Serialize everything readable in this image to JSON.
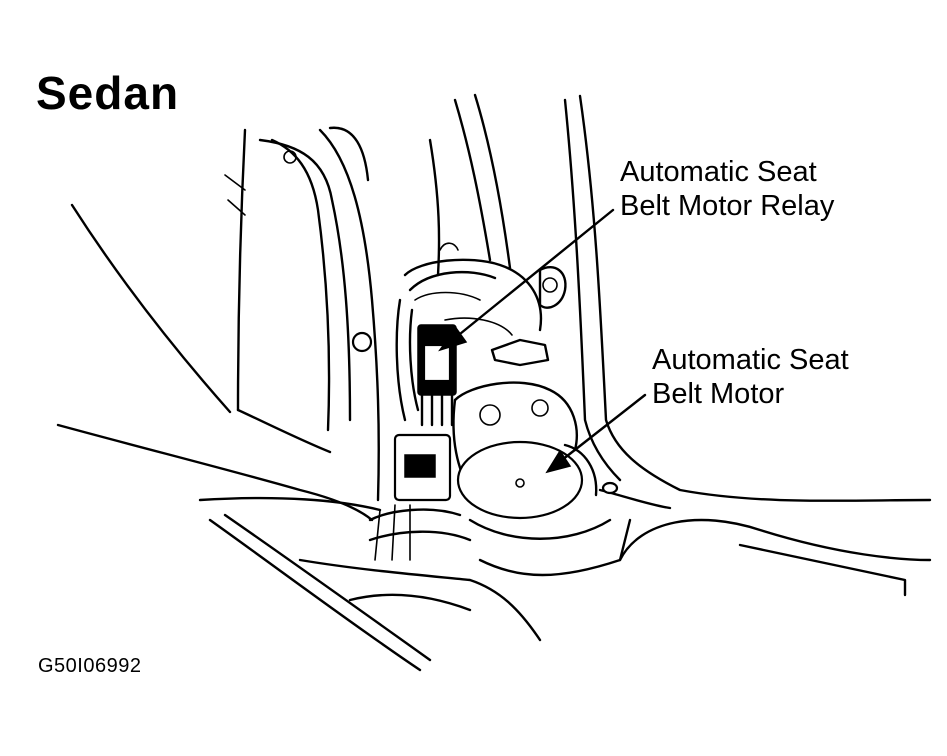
{
  "figure": {
    "title": "Sedan",
    "labels": {
      "relay": "Automatic Seat\nBelt Motor Relay",
      "motor": "Automatic Seat\nBelt Motor"
    },
    "figure_id": "G50I06992"
  }
}
